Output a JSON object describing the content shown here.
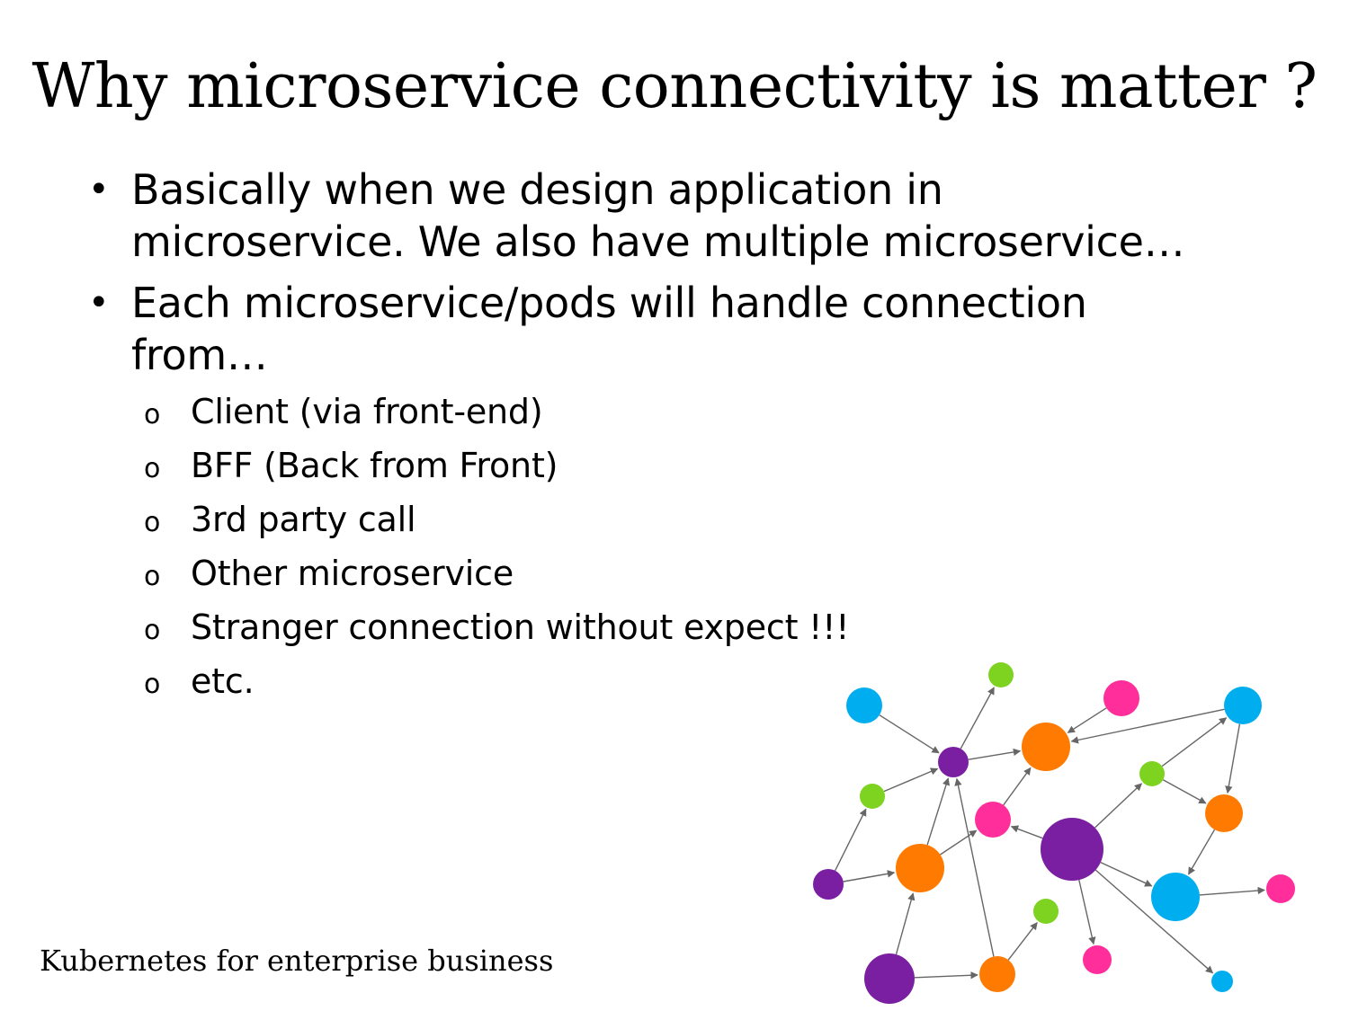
{
  "slide": {
    "title": "Why microservice connectivity is matter ?",
    "bullets": [
      {
        "marker": "•",
        "lines": [
          "Basically when we design application in",
          "microservice. We also have multiple microservice…"
        ]
      },
      {
        "marker": "•",
        "lines": [
          "Each microservice/pods will handle connection",
          "from…"
        ]
      }
    ],
    "subitem_marker": "o",
    "subitems": [
      "Client (via front-end)",
      "BFF (Back from Front)",
      "3rd party call",
      "Other microservice",
      "Stranger connection without expect !!!",
      "etc."
    ],
    "footer": "Kubernetes for enterprise business"
  },
  "network_graph": {
    "node_colors": {
      "blue": "#00aeef",
      "green": "#7ed321",
      "pink": "#ff2e9a",
      "purple": "#7b1fa2",
      "orange": "#ff7a00"
    },
    "edge_color": "#666666"
  }
}
